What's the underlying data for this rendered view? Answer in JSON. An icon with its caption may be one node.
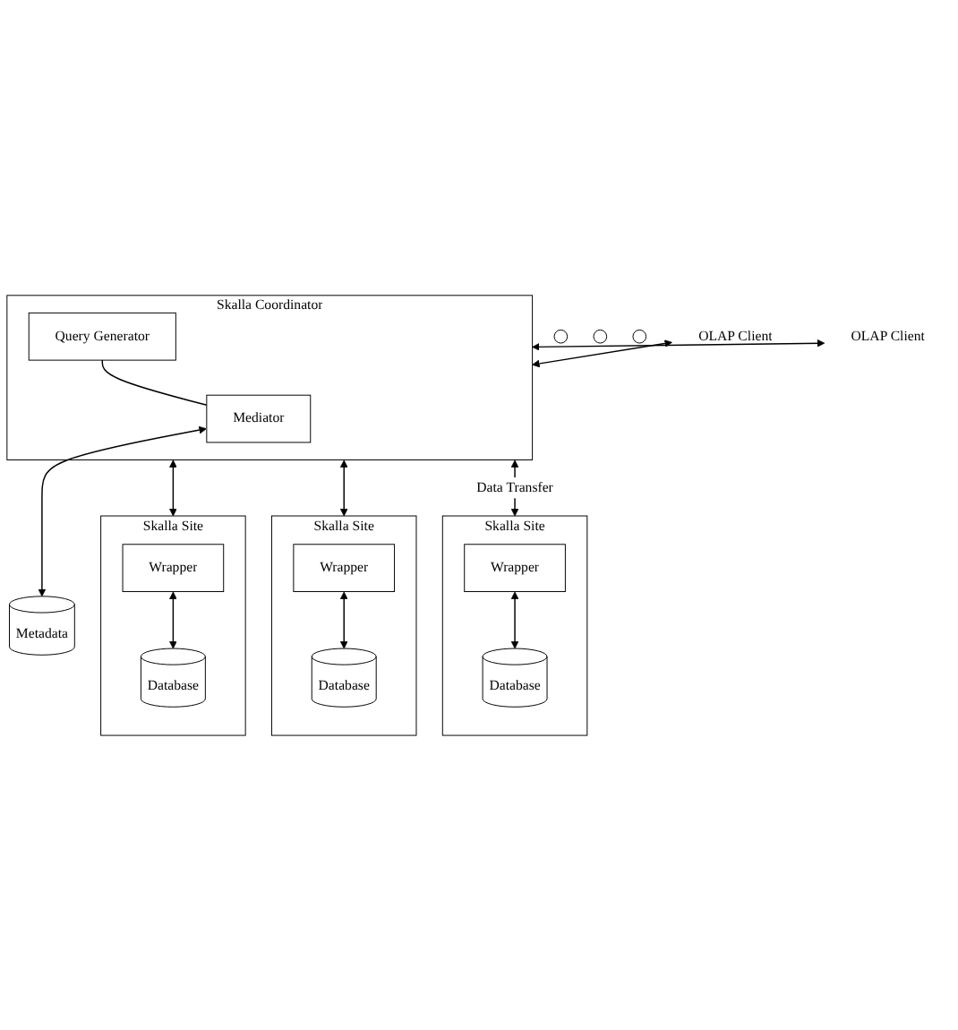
{
  "diagram": {
    "nodes": [
      {
        "text": [
          "OLAP Client"
        ]
      },
      {
        "text": [
          "OLAP Client"
        ]
      },
      {
        "text": [
          "Skalla Coordinator"
        ]
      },
      {
        "text": [
          "Query Generator"
        ],
        "in": 2
      },
      {
        "text": [
          "Mediator"
        ],
        "in": 2
      },
      {
        "text": [
          "Metadata"
        ]
      },
      {
        "text": [
          "Skalla Site"
        ]
      },
      {
        "text": [
          "Wrapper"
        ],
        "in": 6
      },
      {
        "text": [
          "Database"
        ],
        "in": 6
      },
      {
        "text": [
          "Skalla Site"
        ]
      },
      {
        "text": [
          "Wrapper"
        ],
        "in": 9
      },
      {
        "text": [
          "Database"
        ],
        "in": 9
      },
      {
        "text": [],
        "shape": "circle"
      },
      {
        "text": [],
        "shape": "circle"
      },
      {
        "text": [],
        "shape": "circle"
      },
      {
        "text": [
          "Skalla Site"
        ]
      },
      {
        "text": [
          "Wrapper"
        ],
        "in": 15
      },
      {
        "text": [
          "Database"
        ],
        "in": 15
      }
    ],
    "edges": [
      {
        "from": 0,
        "to": 2,
        "arrow": "both"
      },
      {
        "from": 1,
        "to": 2,
        "arrow": "both"
      },
      {
        "from": 3,
        "to": 4,
        "arrow": "none"
      },
      {
        "from": 4,
        "to": 5,
        "arrow": "both"
      },
      {
        "from": 2,
        "to": 6,
        "arrow": "both"
      },
      {
        "from": 2,
        "to": 9,
        "arrow": "both"
      },
      {
        "from": 2,
        "to": 15,
        "arrow": "both",
        "label": "Data Transfer"
      },
      {
        "from": 7,
        "to": 8,
        "arrow": "both"
      },
      {
        "from": 10,
        "to": 11,
        "arrow": "both"
      },
      {
        "from": 16,
        "to": 17,
        "arrow": "both"
      }
    ]
  }
}
